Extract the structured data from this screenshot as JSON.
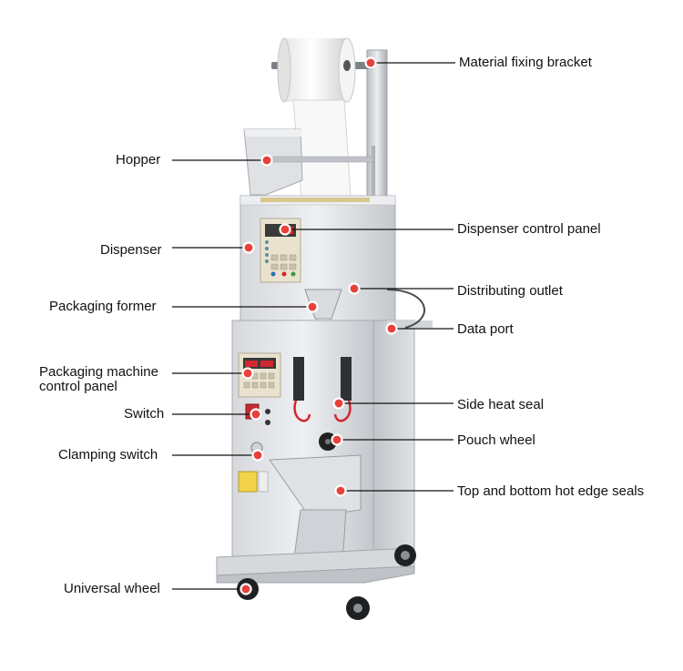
{
  "colors": {
    "marker_fill": "#e8403a",
    "marker_ring": "#ffffff",
    "leader_line": "#111111",
    "steel_light": "#e4e6e9",
    "steel_mid": "#c9ccd1",
    "steel_dark": "#9a9ea5",
    "film": "#f7f7f7",
    "panel": "#e9e2cf",
    "display_red": "#d3272d"
  },
  "labels_left": [
    {
      "id": "hopper",
      "text": "Hopper"
    },
    {
      "id": "dispenser",
      "text": "Dispenser"
    },
    {
      "id": "packaging-former",
      "text": "Packaging former"
    },
    {
      "id": "packaging-machine-control-panel",
      "text": "Packaging machine control panel"
    },
    {
      "id": "switch",
      "text": "Switch"
    },
    {
      "id": "clamping-switch",
      "text": "Clamping switch"
    },
    {
      "id": "universal-wheel",
      "text": "Universal wheel"
    }
  ],
  "labels_right": [
    {
      "id": "material-fixing-bracket",
      "text": "Material fixing bracket"
    },
    {
      "id": "dispenser-control-panel",
      "text": "Dispenser control panel"
    },
    {
      "id": "distributing-outlet",
      "text": "Distributing outlet"
    },
    {
      "id": "data-port",
      "text": "Data port"
    },
    {
      "id": "side-heat-seal",
      "text": "Side heat seal"
    },
    {
      "id": "pouch-wheel",
      "text": "Pouch wheel"
    },
    {
      "id": "top-and-bottom-hot-edge-seals",
      "text": "Top and bottom hot edge seals"
    }
  ],
  "packaging_machine_label_lines": [
    "Packaging machine",
    "control panel"
  ]
}
